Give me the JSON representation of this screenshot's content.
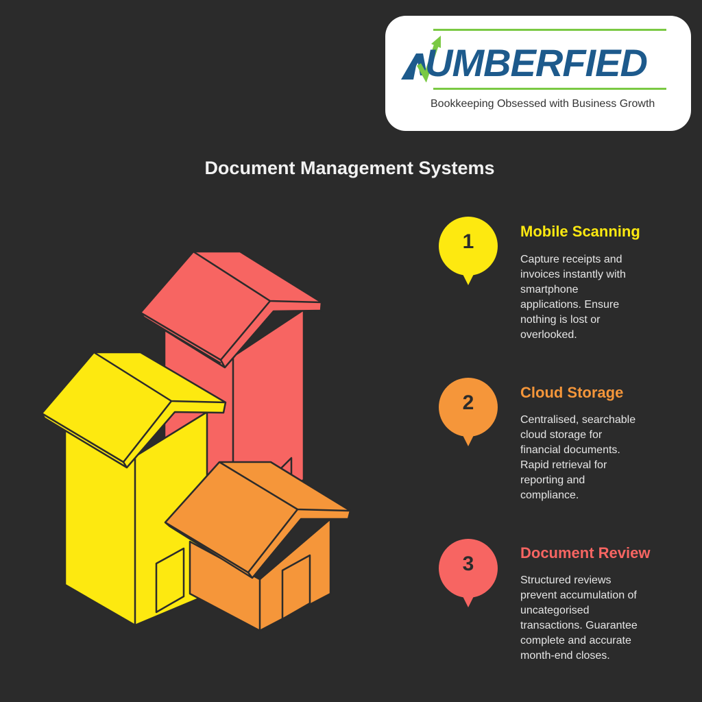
{
  "logo": {
    "wordmark": "UMBERFIED",
    "tagline": "Bookkeeping Obsessed with Business Growth",
    "brand_blue": "#1d5a8c",
    "brand_green": "#7ac943"
  },
  "page": {
    "title": "Document Management Systems",
    "background": "#2b2b2b"
  },
  "items": [
    {
      "number": "1",
      "title": "Mobile Scanning",
      "color": "#fde910",
      "description": "Capture receipts and\ninvoices instantly with\nsmartphone\napplications. Ensure\nnothing is lost or\noverlooked."
    },
    {
      "number": "2",
      "title": "Cloud Storage",
      "color": "#f5963a",
      "description": "Centralised, searchable\ncloud storage for\nfinancial documents.\nRapid retrieval for\nreporting and\ncompliance."
    },
    {
      "number": "3",
      "title": "Document Review",
      "color": "#f76562",
      "description": "Structured reviews\nprevent accumulation of\nuncategorised\ntransactions. Guarantee\ncomplete and accurate\nmonth-end closes."
    }
  ],
  "illustration": {
    "buildings": [
      {
        "name": "tall-red-building",
        "color": "#f76562"
      },
      {
        "name": "yellow-building",
        "color": "#fde910"
      },
      {
        "name": "orange-house",
        "color": "#f5963a"
      }
    ]
  }
}
